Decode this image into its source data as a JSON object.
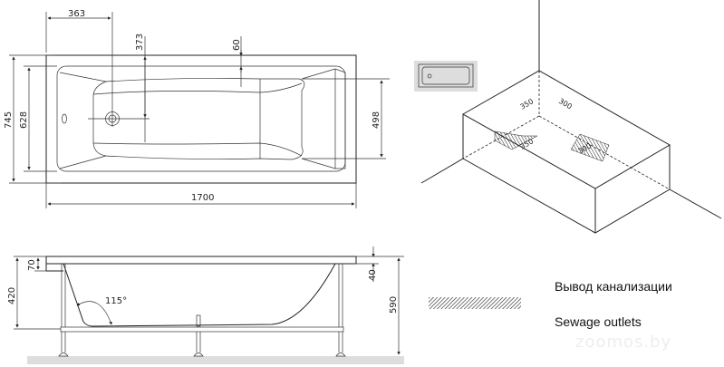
{
  "plan_view": {
    "width": "1700",
    "outer_width": "745",
    "inner_width": "628",
    "drain_offset_x": "363",
    "drain_offset_y": "373",
    "rim": "60",
    "floor_width": "498"
  },
  "side_view": {
    "rim_height": "70",
    "depth": "420",
    "frame_gap": "40",
    "total_height": "590",
    "angle": "115°"
  },
  "iso_view": {
    "dim_a": "350",
    "dim_b": "300",
    "dim_c": "350",
    "dim_d": "300"
  },
  "legend": {
    "label_ru": "Вывод канализации",
    "label_en": "Sewage outlets"
  },
  "watermark": "zoomos.by",
  "colors": {
    "line": "#222222",
    "floor": "#dddddd"
  }
}
